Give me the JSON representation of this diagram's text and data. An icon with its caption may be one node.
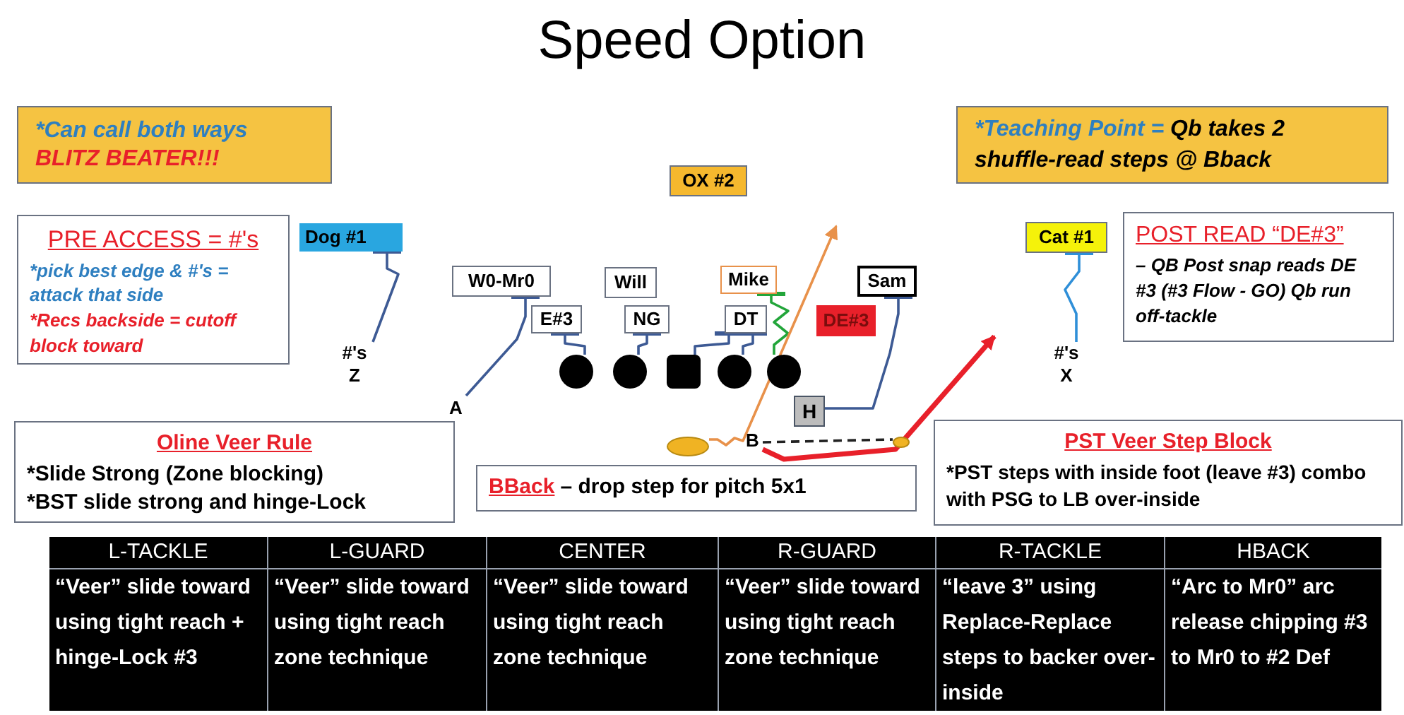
{
  "diagram": {
    "title": "Speed Option",
    "nodes": [
      {
        "text": [
          "*Can call both ways",
          "BLITZ BEATER!!!"
        ]
      },
      {
        "text": [
          "*Teaching Point =",
          "Qb takes 2 shuffle-read steps @ Bback"
        ]
      },
      {
        "text": [
          "OX #2"
        ]
      },
      {
        "text": [
          "PRE ACCESS = #'s",
          "*pick best edge & #'s = attack that side",
          "*Recs backside = cutoff block toward"
        ]
      },
      {
        "text": [
          "Dog #1"
        ]
      },
      {
        "text": [
          "W0-Mr0"
        ]
      },
      {
        "text": [
          "Will"
        ]
      },
      {
        "text": [
          "E#3"
        ]
      },
      {
        "text": [
          "NG"
        ]
      },
      {
        "text": [
          "Mike"
        ]
      },
      {
        "text": [
          "DT"
        ]
      },
      {
        "text": [
          "Sam"
        ]
      },
      {
        "text": [
          "DE#3"
        ]
      },
      {
        "text": [
          "Cat #1"
        ]
      },
      {
        "text": [
          "POST READ “DE#3”",
          "– QB Post snap reads DE #3 (#3 Flow - GO) Qb run off-tackle"
        ]
      },
      {
        "text": [
          "#'s",
          "Z"
        ]
      },
      {
        "text": [
          "#'s",
          "X"
        ]
      },
      {
        "text": [
          "A"
        ]
      },
      {
        "text": [],
        "shape": "circle"
      },
      {
        "text": [],
        "shape": "circle"
      },
      {
        "text": [],
        "shape": "box"
      },
      {
        "text": [],
        "shape": "circle"
      },
      {
        "text": [],
        "shape": "circle"
      },
      {
        "text": [
          "H"
        ]
      },
      {
        "text": [],
        "shape": "ellipse"
      },
      {
        "text": [
          "B"
        ]
      },
      {
        "text": [],
        "shape": "ellipse"
      },
      {
        "text": [
          "Oline Veer Rule",
          "*Slide Strong (Zone blocking)",
          "*BST slide strong and hinge-Lock"
        ]
      },
      {
        "text": [
          "BBack",
          "– drop step for pitch 5x1"
        ]
      },
      {
        "text": [
          "PST Veer Step Block",
          "*PST steps with inside foot (leave #3) combo with PSG to LB over-inside"
        ]
      }
    ],
    "edges": [
      {
        "from": 15,
        "to": 4,
        "arrow": "other"
      },
      {
        "from": 17,
        "to": 5,
        "arrow": "other"
      },
      {
        "from": 18,
        "to": 7,
        "arrow": "other"
      },
      {
        "from": 19,
        "to": 8,
        "arrow": "other"
      },
      {
        "from": 20,
        "to": 10,
        "arrow": "other"
      },
      {
        "from": 21,
        "to": 10,
        "arrow": "other"
      },
      {
        "from": 22,
        "to": 9,
        "arrow": "other",
        "color": "#22a53a"
      },
      {
        "from": 23,
        "to": 11,
        "arrow": "other"
      },
      {
        "from": 16,
        "to": 13,
        "arrow": "other",
        "color": "#2f8fd8"
      },
      {
        "from": 24,
        "to": null,
        "arrow": "to",
        "color": "#e8914a"
      },
      {
        "from": 25,
        "to": 26,
        "arrow": "none",
        "style": "dashed",
        "color": "#222222"
      },
      {
        "from": 25,
        "to": null,
        "arrow": "to",
        "style": "thick",
        "color": "#e8202a"
      }
    ],
    "labels": [
      "L-TACKLE",
      "L-GUARD",
      "CENTER",
      "R-GUARD",
      "R-TACKLE",
      "HBACK",
      "“Veer” slide toward using tight reach + hinge-Lock #3",
      "“Veer” slide toward using tight reach zone technique",
      "“Veer” slide toward using tight reach zone technique",
      "“Veer” slide toward using tight reach zone technique",
      "“leave 3” using Replace-Replace steps to backer over-inside",
      "“Arc to Mr0” arc release chipping #3 to Mr0 to #2 Def"
    ]
  }
}
